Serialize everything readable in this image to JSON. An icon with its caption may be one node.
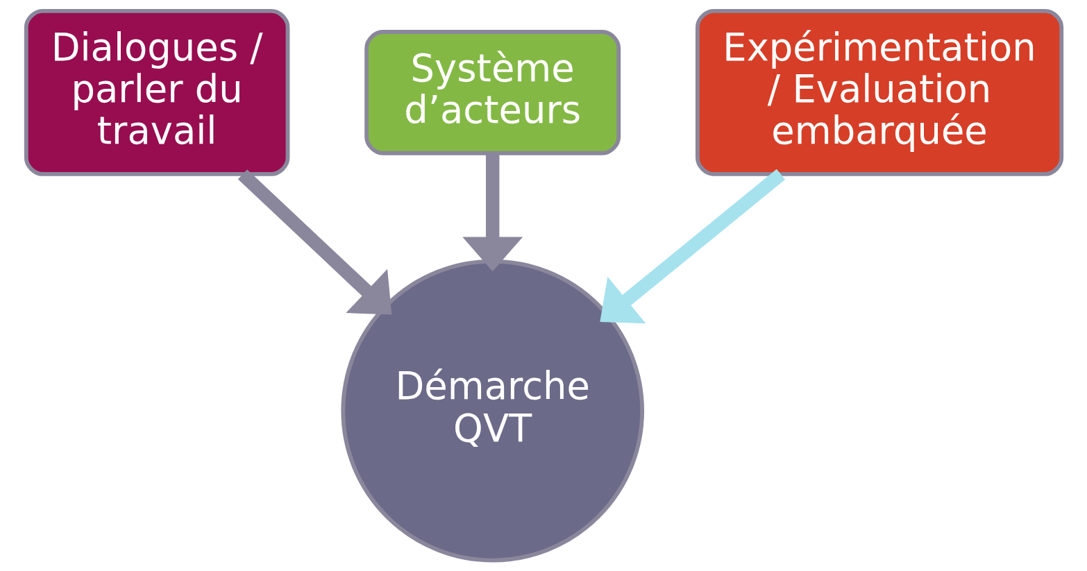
{
  "diagram": {
    "nodes": [
      {
        "text": [
          "Système d’acteurs"
        ]
      },
      {
        "text": [
          "Dialogues / parler du travail"
        ]
      },
      {
        "text": [
          "Expérimentation / Evaluation embarquée"
        ]
      },
      {
        "text": [
          "Démarche QVT"
        ]
      }
    ],
    "edges": [
      {
        "from": 0,
        "to": 3,
        "arrow": "to"
      },
      {
        "from": 1,
        "to": 3,
        "arrow": "to"
      },
      {
        "from": 2,
        "to": 3,
        "arrow": "to",
        "color": "#a6e2ee"
      }
    ]
  }
}
